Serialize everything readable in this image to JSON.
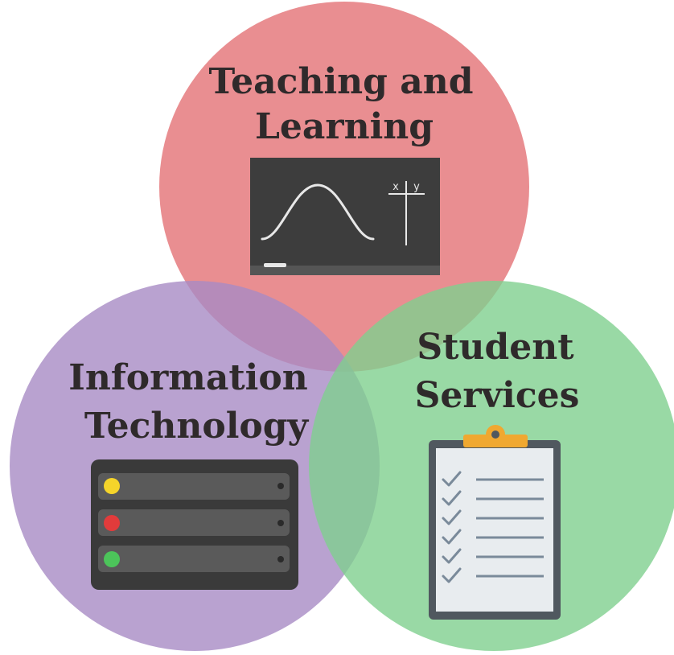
{
  "circles": {
    "teaching": {
      "line1": "Teaching and",
      "line2": "Learning",
      "color": "#e57a7e",
      "icon": "chalkboard-icon",
      "board_marks": [
        "x",
        "y"
      ]
    },
    "it": {
      "line1": "Information",
      "line2": "Technology",
      "color": "#b291c8",
      "icon": "server-rack-icon",
      "status_lights": [
        "#f5d42a",
        "#e23b3b",
        "#4cc45a"
      ]
    },
    "student": {
      "line1": "Student",
      "line2": "Services",
      "color": "#7fd08e",
      "icon": "clipboard-checklist-icon",
      "checklist_items": 6
    }
  }
}
